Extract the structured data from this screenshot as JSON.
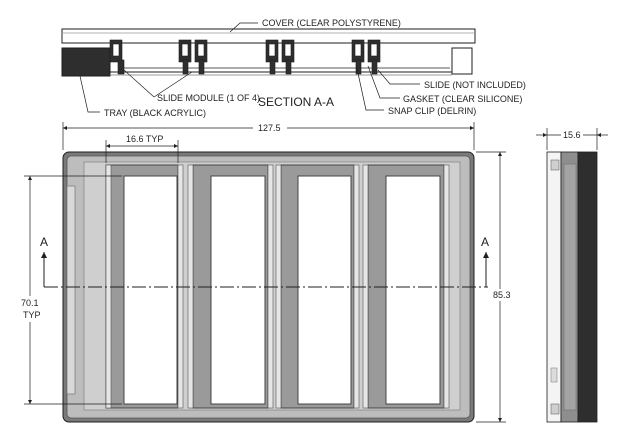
{
  "section": {
    "title": "SECTION A-A",
    "labels": {
      "cover": "COVER (CLEAR POLYSTYRENE)",
      "slide": "SLIDE (NOT INCLUDED)",
      "gasket": "GASKET (CLEAR SILICONE)",
      "snap_clip": "SNAP CLIP (DELRIN)",
      "slide_module": "SLIDE MODULE (1 OF 4)",
      "tray": "TRAY (BLACK ACRYLIC)"
    }
  },
  "plan": {
    "dim_overall_width": "127.5",
    "dim_module_pitch": "16.6 TYP",
    "dim_window_height_value": "70.1",
    "dim_window_height_suffix": "TYP",
    "dim_overall_height": "85.3",
    "section_marker_left": "A",
    "section_marker_right": "A"
  },
  "side": {
    "dim_depth": "15.6"
  },
  "colors": {
    "tray_black": "#2e2e2e",
    "body_gray": "#b9b9b9",
    "frame_gray": "#8c8c8c",
    "window_white": "#ffffff",
    "line": "#1f1f1f"
  }
}
